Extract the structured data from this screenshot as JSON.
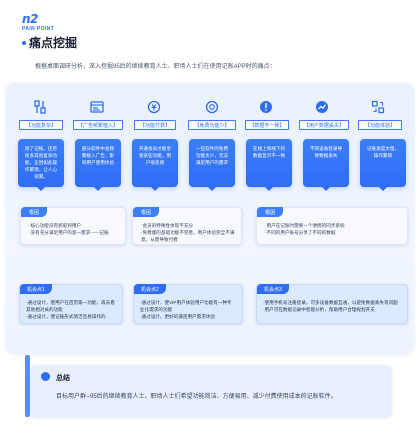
{
  "header": {
    "logo": "n2",
    "brand": "PAIN POINT",
    "title": "痛点挖掘",
    "intro": "根据桌面调研分析，深入挖掘95后的继续教育人士、职场人士们在使用记账APP时的痛点："
  },
  "columns": [
    {
      "icon": "filter-icon",
      "tag": "【功能复杂】",
      "card": "除了记账，还有很多其他复杂功能，正因如此操作繁琐，让人心很累。"
    },
    {
      "icon": "ad-icon",
      "tag": "【广告频繁植入】",
      "card": "部分软件中会频繁植入广告，影响用户使用体验"
    },
    {
      "icon": "pay-icon",
      "tag": "【功能付费】",
      "card": "开通会员才能享受某些功能，用户很反感"
    },
    {
      "icon": "help-icon",
      "tag": "【免费功能少】",
      "card": "一些软件的免费功能太少，无法满足用户的需求"
    },
    {
      "icon": "alert-icon",
      "tag": "【数据不一致】",
      "card": "在线上和线下的数据显示不一致"
    },
    {
      "icon": "trend-icon",
      "tag": "【用户数据丢失】",
      "card": "不同设备登录导致数据丢失"
    },
    {
      "icon": "sync-icon",
      "tag": "【功能体验】",
      "card": "记账速度太慢，操作繁琐"
    }
  ],
  "reasons": [
    {
      "label": "根因",
      "text": "·核心功能没有抓取到用户\n·没有充分满足用户的第一需求——记账"
    },
    {
      "label": "根因",
      "text": "·会员的特殊性体现不充分\n·免费版的基础功能不完善，用户体验完全不满意，从而导致付费"
    },
    {
      "label": "根因",
      "text": "·用户在记账时需要一个便携的同步系统\n·不同的用户账号分享了不同的数据"
    }
  ],
  "opportunities": [
    {
      "label": "机会点1",
      "text": "·通过设计，使用户在首页第一功能，再去看其他相对关的功能\n·通过设计，使记账形式简洁且易操作的"
    },
    {
      "label": "机会点2",
      "text": "·通过设计，使VIP用户体验用户功能有一种专业化需求的功能\n·通过设计，更好的满足用户需求体验"
    },
    {
      "label": "机会点3",
      "text": "·使用手机号注册登录，可多设备数据互通，以避免数据丢失等问题\n·用户可在数据记录中智能分析，帮助用户合理规划开支"
    }
  ],
  "summary": {
    "title": "总结",
    "text": "目标用户群--95后的继续教育人士、职场人士们希望功能简洁、方便易用、减少付费使用成本的记账软件。"
  },
  "colors": {
    "accent": "#2f6df6",
    "panel": "#eaf1ff"
  }
}
